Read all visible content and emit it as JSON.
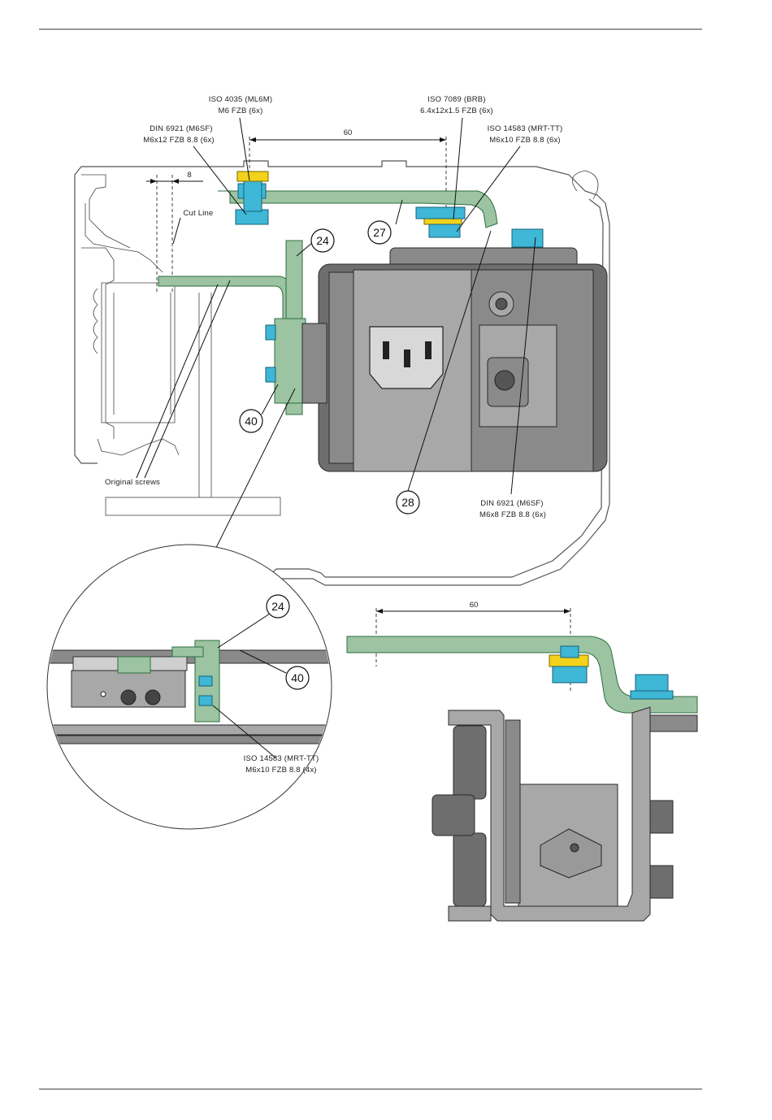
{
  "labels": {
    "iso4035": "ISO 4035 (ML6M)",
    "iso4035_spec": "M6 FZB (6x)",
    "din6921_top": "DIN 6921 (M6SF)",
    "din6921_top_spec": "M6x12 FZB 8.8 (6x)",
    "iso7089": "ISO 7089 (BRB)",
    "iso7089_spec": "6.4x12x1.5 FZB (6x)",
    "iso14583_top": "ISO 14583 (MRT-TT)",
    "iso14583_top_spec": "M6x10 FZB 8.8 (6x)",
    "cut_line": "Cut Line",
    "original_screws": "Original screws",
    "din6921_bottom": "DIN 6921 (M6SF)",
    "din6921_bottom_spec": "M6x8 FZB 8.8 (6x)",
    "iso14583_detail": "ISO 14583 (MRT-TT)",
    "iso14583_detail_spec": "M6x10 FZB 8.8 (4x)"
  },
  "dimensions": {
    "top_60": "60",
    "top_8": "8",
    "side_60": "60"
  },
  "callouts": {
    "c24_top": "24",
    "c27": "27",
    "c40_top": "40",
    "c28": "28",
    "c24_detail": "24",
    "c40_detail": "40"
  }
}
